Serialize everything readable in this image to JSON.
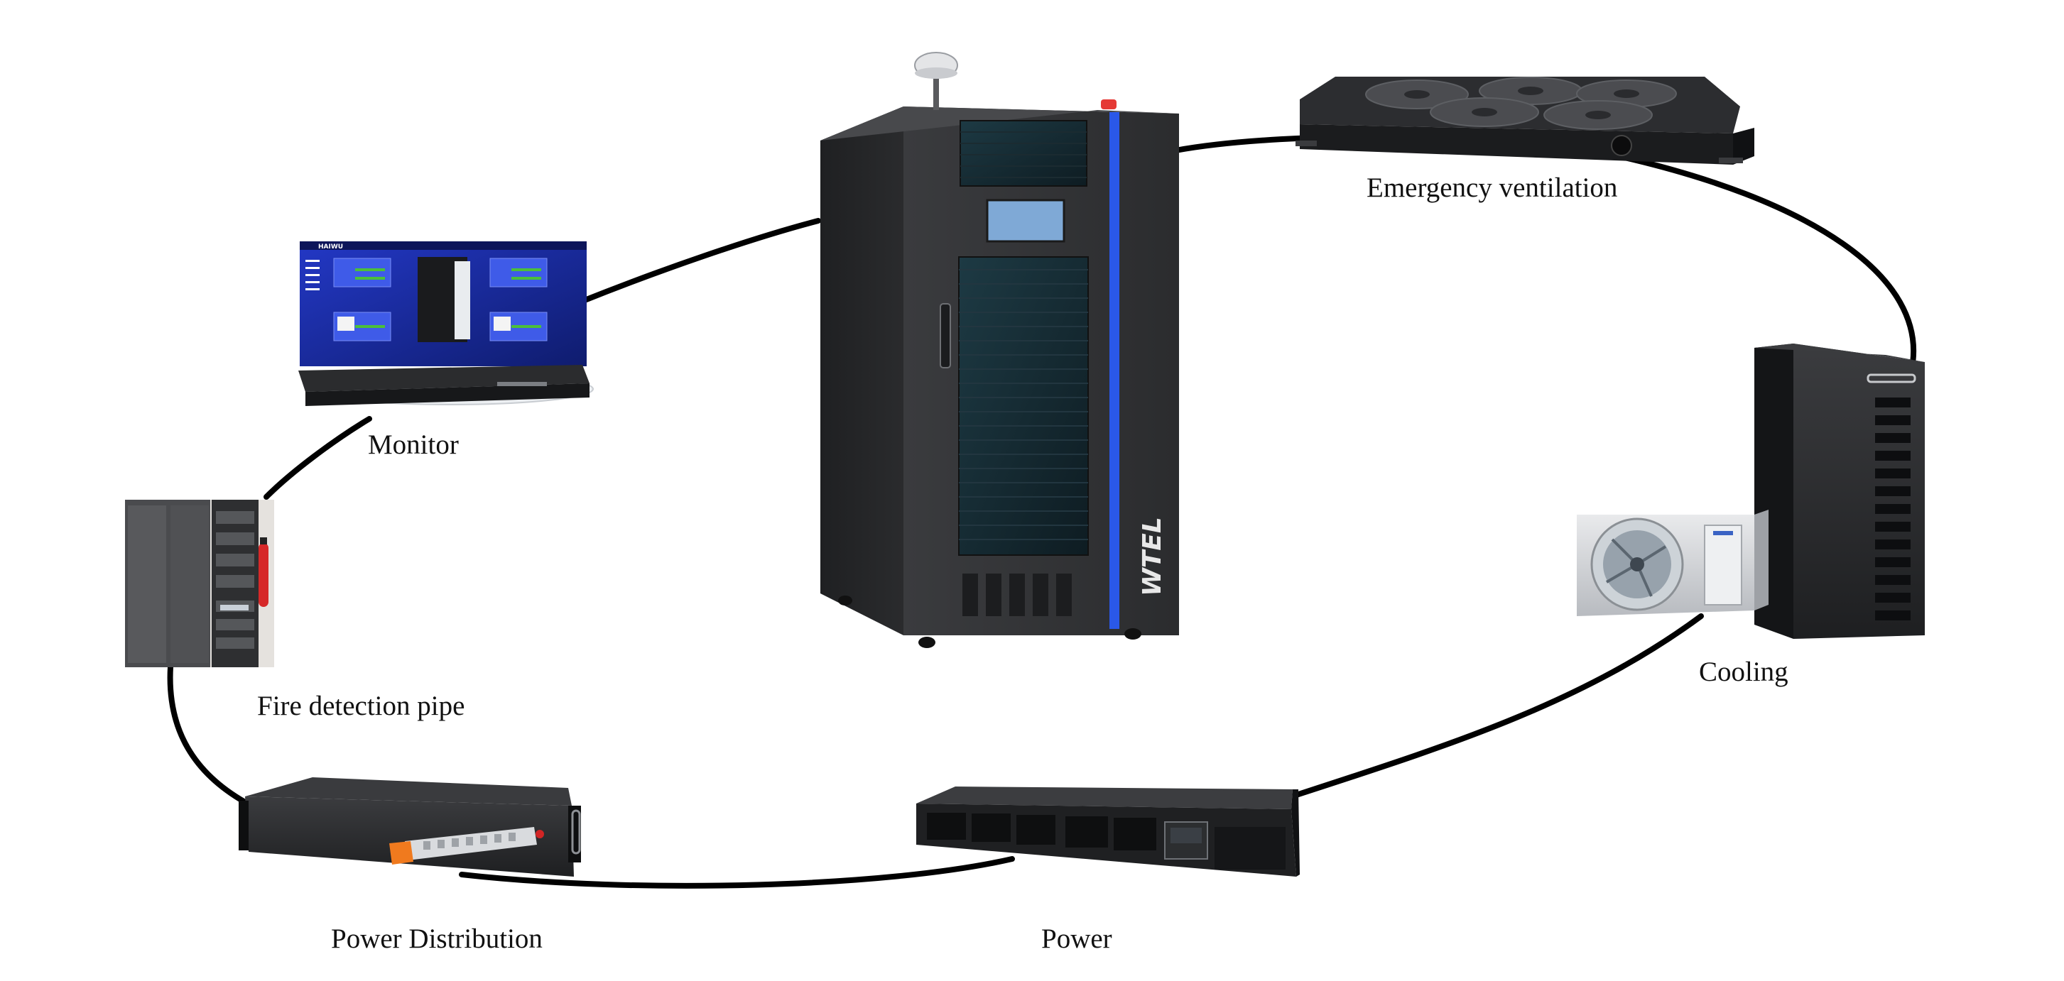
{
  "labels": {
    "emergency_ventilation": "Emergency ventilation",
    "monitor": "Monitor",
    "fire_detection_pipe": "Fire detection pipe",
    "cooling": "Cooling",
    "power_distribution": "Power Distribution",
    "power": "Power"
  },
  "brand": {
    "cabinet_logo": "WTEL",
    "monitor_brand": "HAIWU"
  },
  "colors": {
    "connector": "#000000",
    "cabinet_body": "#2e2f31",
    "cabinet_accent": "#2a58e8",
    "screen_blue": "#1c2f9e",
    "pdu_orange": "#f07a1e"
  },
  "icons": [
    "cabinet-image",
    "monitor-image",
    "fire-cabinet-image",
    "fan-image",
    "cooling-image",
    "ups-image",
    "pdu-image"
  ]
}
